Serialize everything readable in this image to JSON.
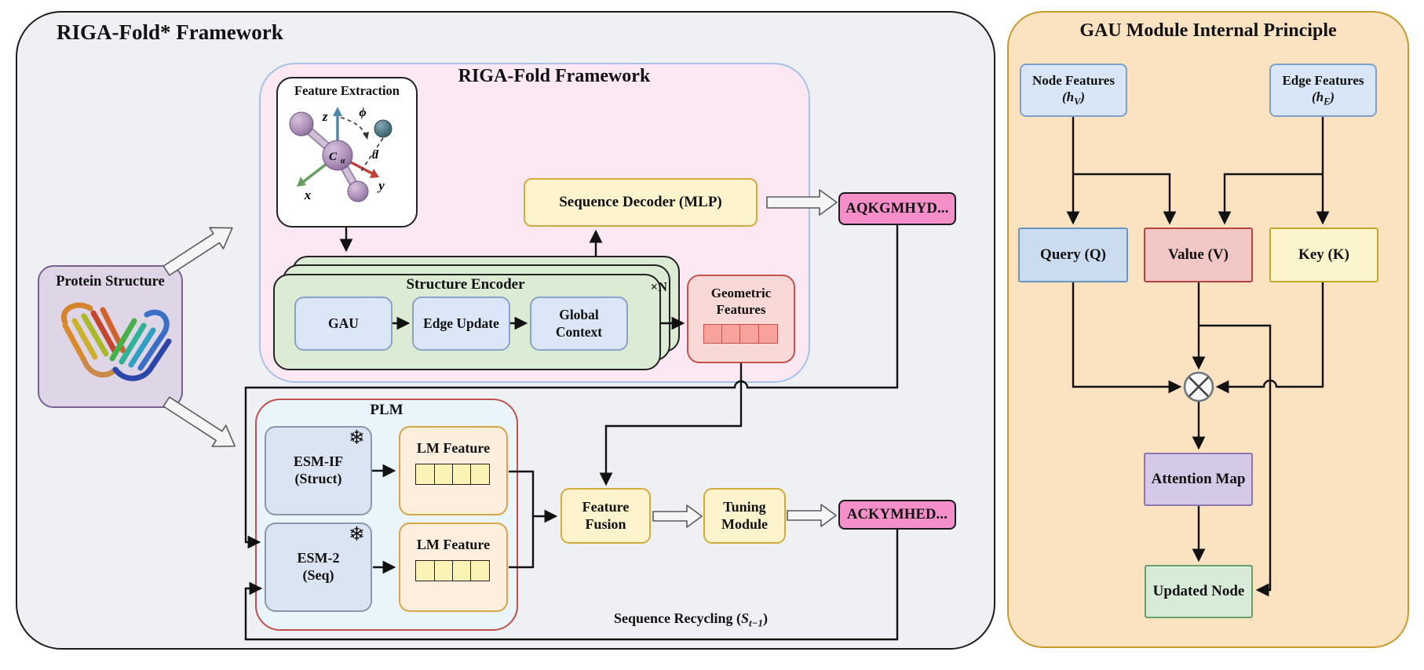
{
  "left_panel": {
    "title": "RIGA-Fold* Framework",
    "protein_structure": {
      "label": "Protein Structure"
    },
    "framework": {
      "title": "RIGA-Fold Framework",
      "feature_extraction": {
        "title": "Feature Extraction",
        "axis_z": "z",
        "axis_x": "x",
        "axis_y": "y",
        "angle_phi": "ϕ",
        "distance_d": "d",
        "center_var": "C",
        "center_sub": "α"
      },
      "sequence_decoder_label": "Sequence Decoder (MLP)",
      "structure_encoder": {
        "title": "Structure Encoder",
        "repeat_label": "×N",
        "blocks": [
          "GAU",
          "Edge Update",
          "Global Context"
        ]
      },
      "geometric_features_line1": "Geometric",
      "geometric_features_line2": "Features"
    },
    "plm": {
      "title": "PLM",
      "frozen_icon": "❄",
      "esm_if_line1": "ESM-IF",
      "esm_if_line2": "(Struct)",
      "esm2_line1": "ESM-2",
      "esm2_line2": "(Seq)",
      "lm_feature_label": "LM Feature"
    },
    "feature_fusion_line1": "Feature",
    "feature_fusion_line2": "Fusion",
    "tuning_module_line1": "Tuning",
    "tuning_module_line2": "Module",
    "sequence_initial": "AQKGMHYD...",
    "sequence_refined": "ACKYMHED...",
    "recycling": {
      "prefix": "Sequence Recycling (",
      "var": "S",
      "sub": "t−1",
      "suffix": ")"
    }
  },
  "right_panel": {
    "title": "GAU Module Internal Principle",
    "node_features": {
      "line1": "Node Features",
      "open": "(",
      "var": "h",
      "sub": "V",
      "close": ")"
    },
    "edge_features": {
      "line1": "Edge Features",
      "open": "(",
      "var": "h",
      "sub": "E",
      "close": ")"
    },
    "query_label": "Query (Q)",
    "value_label": "Value (V)",
    "key_label": "Key (K)",
    "attention_map_label": "Attention Map",
    "updated_node_label": "Updated Node"
  },
  "colors": {
    "left_panel_bg": "#eef0f3",
    "right_panel_bg": "#fbe3c2",
    "right_panel_border": "#c9992e",
    "framework_bg": "#fce8f3",
    "framework_border": "#a6c3e6",
    "encoder_green": "#dcebd3",
    "encoder_block_blue": "#dbe7f7",
    "module_yellow": "#fdf3cd",
    "module_yellow_border": "#d3ab3d",
    "sequence_pink": "#f48fca",
    "geometric_red_bg": "#f9d9d7",
    "geometric_red_border": "#c4524e",
    "geometric_cell": "#f7a29d",
    "plm_bg": "#e9f4fb",
    "plm_border": "#c0504d",
    "esm_blue": "#dbe4f2",
    "lm_orange": "#fdeede",
    "lm_cell_yellow": "#fbf2b6",
    "protein_box_purple": "#ded5e7",
    "query_blue": "#ccdcf0",
    "value_red": "#f1c8c6",
    "key_yellow": "#fcf4cd",
    "attention_purple": "#d4c9e6",
    "updated_green": "#d7ebd8",
    "node_feature_blue": "#d8e6f8",
    "connector_black": "#111111"
  }
}
